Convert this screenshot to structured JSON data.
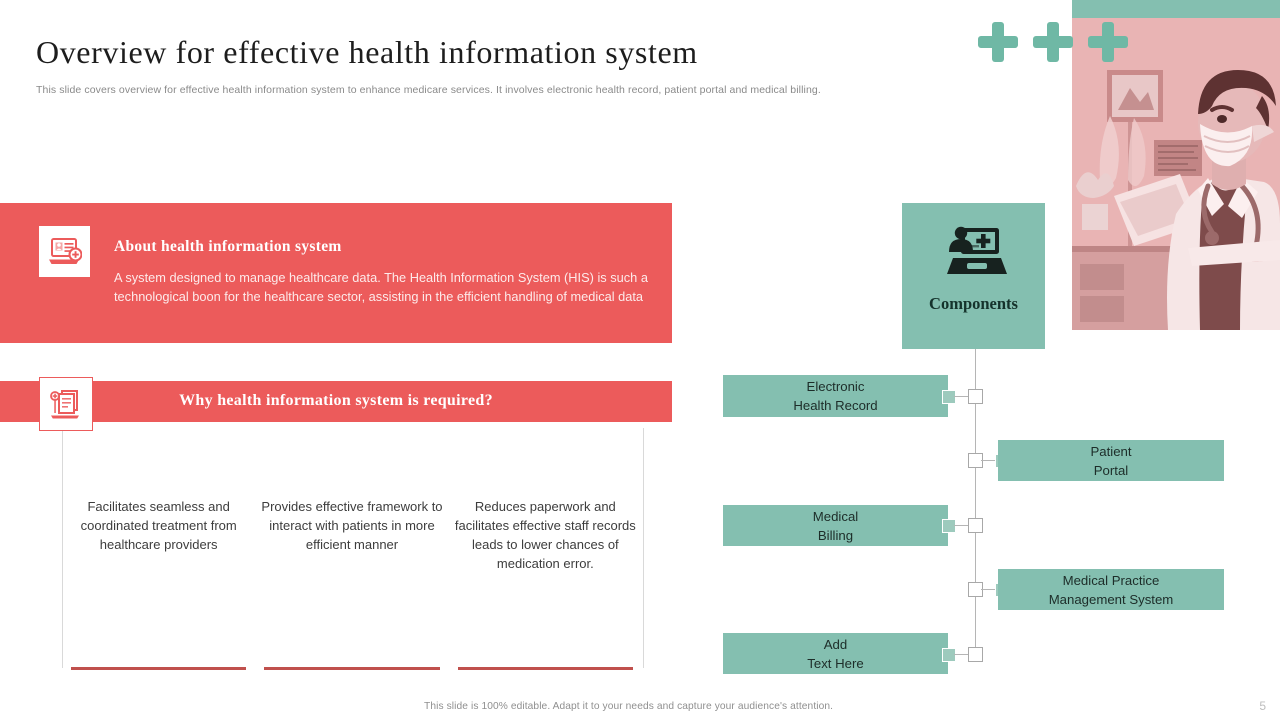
{
  "slide": {
    "title": "Overview for effective health information system",
    "subtitle": "This slide covers overview for effective health information system to enhance medicare services. It involves electronic health record, patient portal and medical billing.",
    "footer_note": "This slide is 100% editable. Adapt it to your needs and capture your audience's attention.",
    "page_number": "5"
  },
  "about": {
    "icon": "laptop-patient-record-icon",
    "heading": "About health information system",
    "body": "A system designed to manage healthcare data. The Health Information System (HIS) is such a technological boon for the healthcare sector, assisting in the efficient handling of medical data"
  },
  "why": {
    "icon": "clipboard-plus-stand-icon",
    "heading": "Why health information system is required?",
    "columns": [
      "Facilitates seamless and coordinated treatment from healthcare providers",
      "Provides effective framework to interact with patients in more efficient manner",
      "Reduces paperwork and facilitates effective staff records leads to lower chances of medication error."
    ]
  },
  "components": {
    "icon": "laptop-person-cross-icon",
    "title": "Components",
    "items": [
      {
        "label": "Electronic\nHealth Record",
        "side": "left"
      },
      {
        "label": "Patient\nPortal",
        "side": "right"
      },
      {
        "label": "Medical\nBilling",
        "side": "left"
      },
      {
        "label": "Medical Practice\nManagement System",
        "side": "right"
      },
      {
        "label": "Add\nText Here",
        "side": "left"
      }
    ]
  },
  "decor": {
    "plus_icons": [
      "plus-icon",
      "plus-icon",
      "plus-icon"
    ],
    "photo_alt": "doctor-with-mask-holding-clipboard-photo"
  },
  "colors": {
    "red": "#EC5B5B",
    "teal": "#84BFB0",
    "photo_tint": "#E8AFAF",
    "underline": "#C0504D"
  }
}
